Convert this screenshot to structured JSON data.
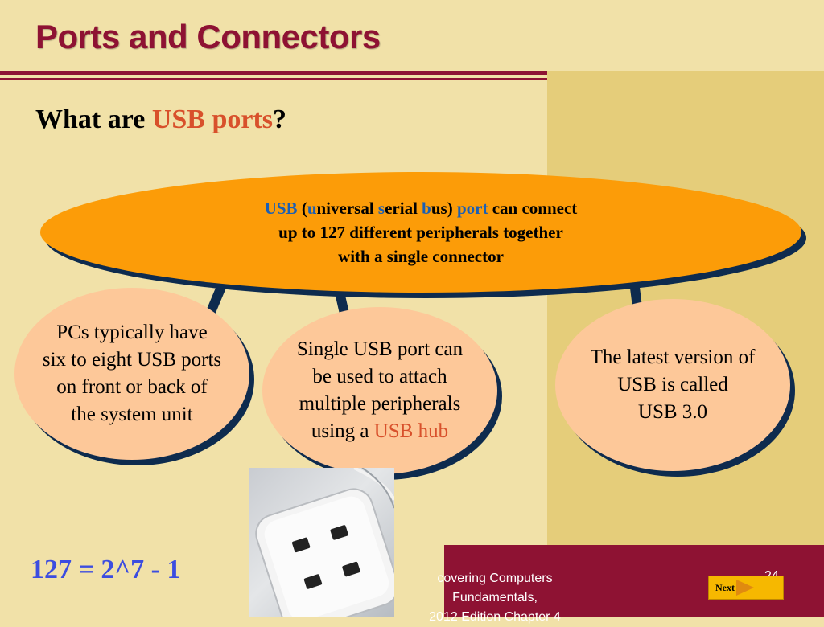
{
  "slide": {
    "title": "Ports and Connectors",
    "question_prefix": "What are ",
    "question_highlight": "USB ports",
    "question_suffix": "?"
  },
  "main_oval": {
    "line1_usb": "USB",
    "line1_open": " (",
    "line1_u": "u",
    "line1_niversal": "niversal ",
    "line1_s": "s",
    "line1_erial": "erial ",
    "line1_b": "b",
    "line1_us": "us) ",
    "line1_port": "port",
    "line1_rest": " can connect",
    "line2": "up to 127 different peripherals together",
    "line3": "with a single connector"
  },
  "ovals": {
    "left": {
      "lines": [
        "PCs typically have",
        "six to eight USB ports",
        "on front or back of",
        "the system unit"
      ]
    },
    "middle": {
      "lines": [
        "Single USB port can",
        "be used to attach",
        "multiple peripherals"
      ],
      "last_prefix": "using a ",
      "last_highlight": "USB hub"
    },
    "right": {
      "lines": [
        "The latest version of",
        "USB is called",
        "USB 3.0"
      ]
    }
  },
  "equation": "127 = 2^7 - 1",
  "footer": {
    "line1": "covering Computers Fundamentals,",
    "line2": "2012  Edition Chapter 4",
    "page": "24",
    "next_label": "Next"
  },
  "colors": {
    "title": "#8e1233",
    "background": "#f1e1a8",
    "panel": "#e5cd7a",
    "main_oval": "#fc9c08",
    "small_oval": "#fdc899",
    "shadow": "#0e2b4e",
    "accent_red": "#d8502b",
    "accent_blue": "#1a5fb5",
    "equation": "#3c4de0"
  },
  "icons": {
    "next": "play-arrow-icon",
    "photo": "usb-hub-photo"
  }
}
